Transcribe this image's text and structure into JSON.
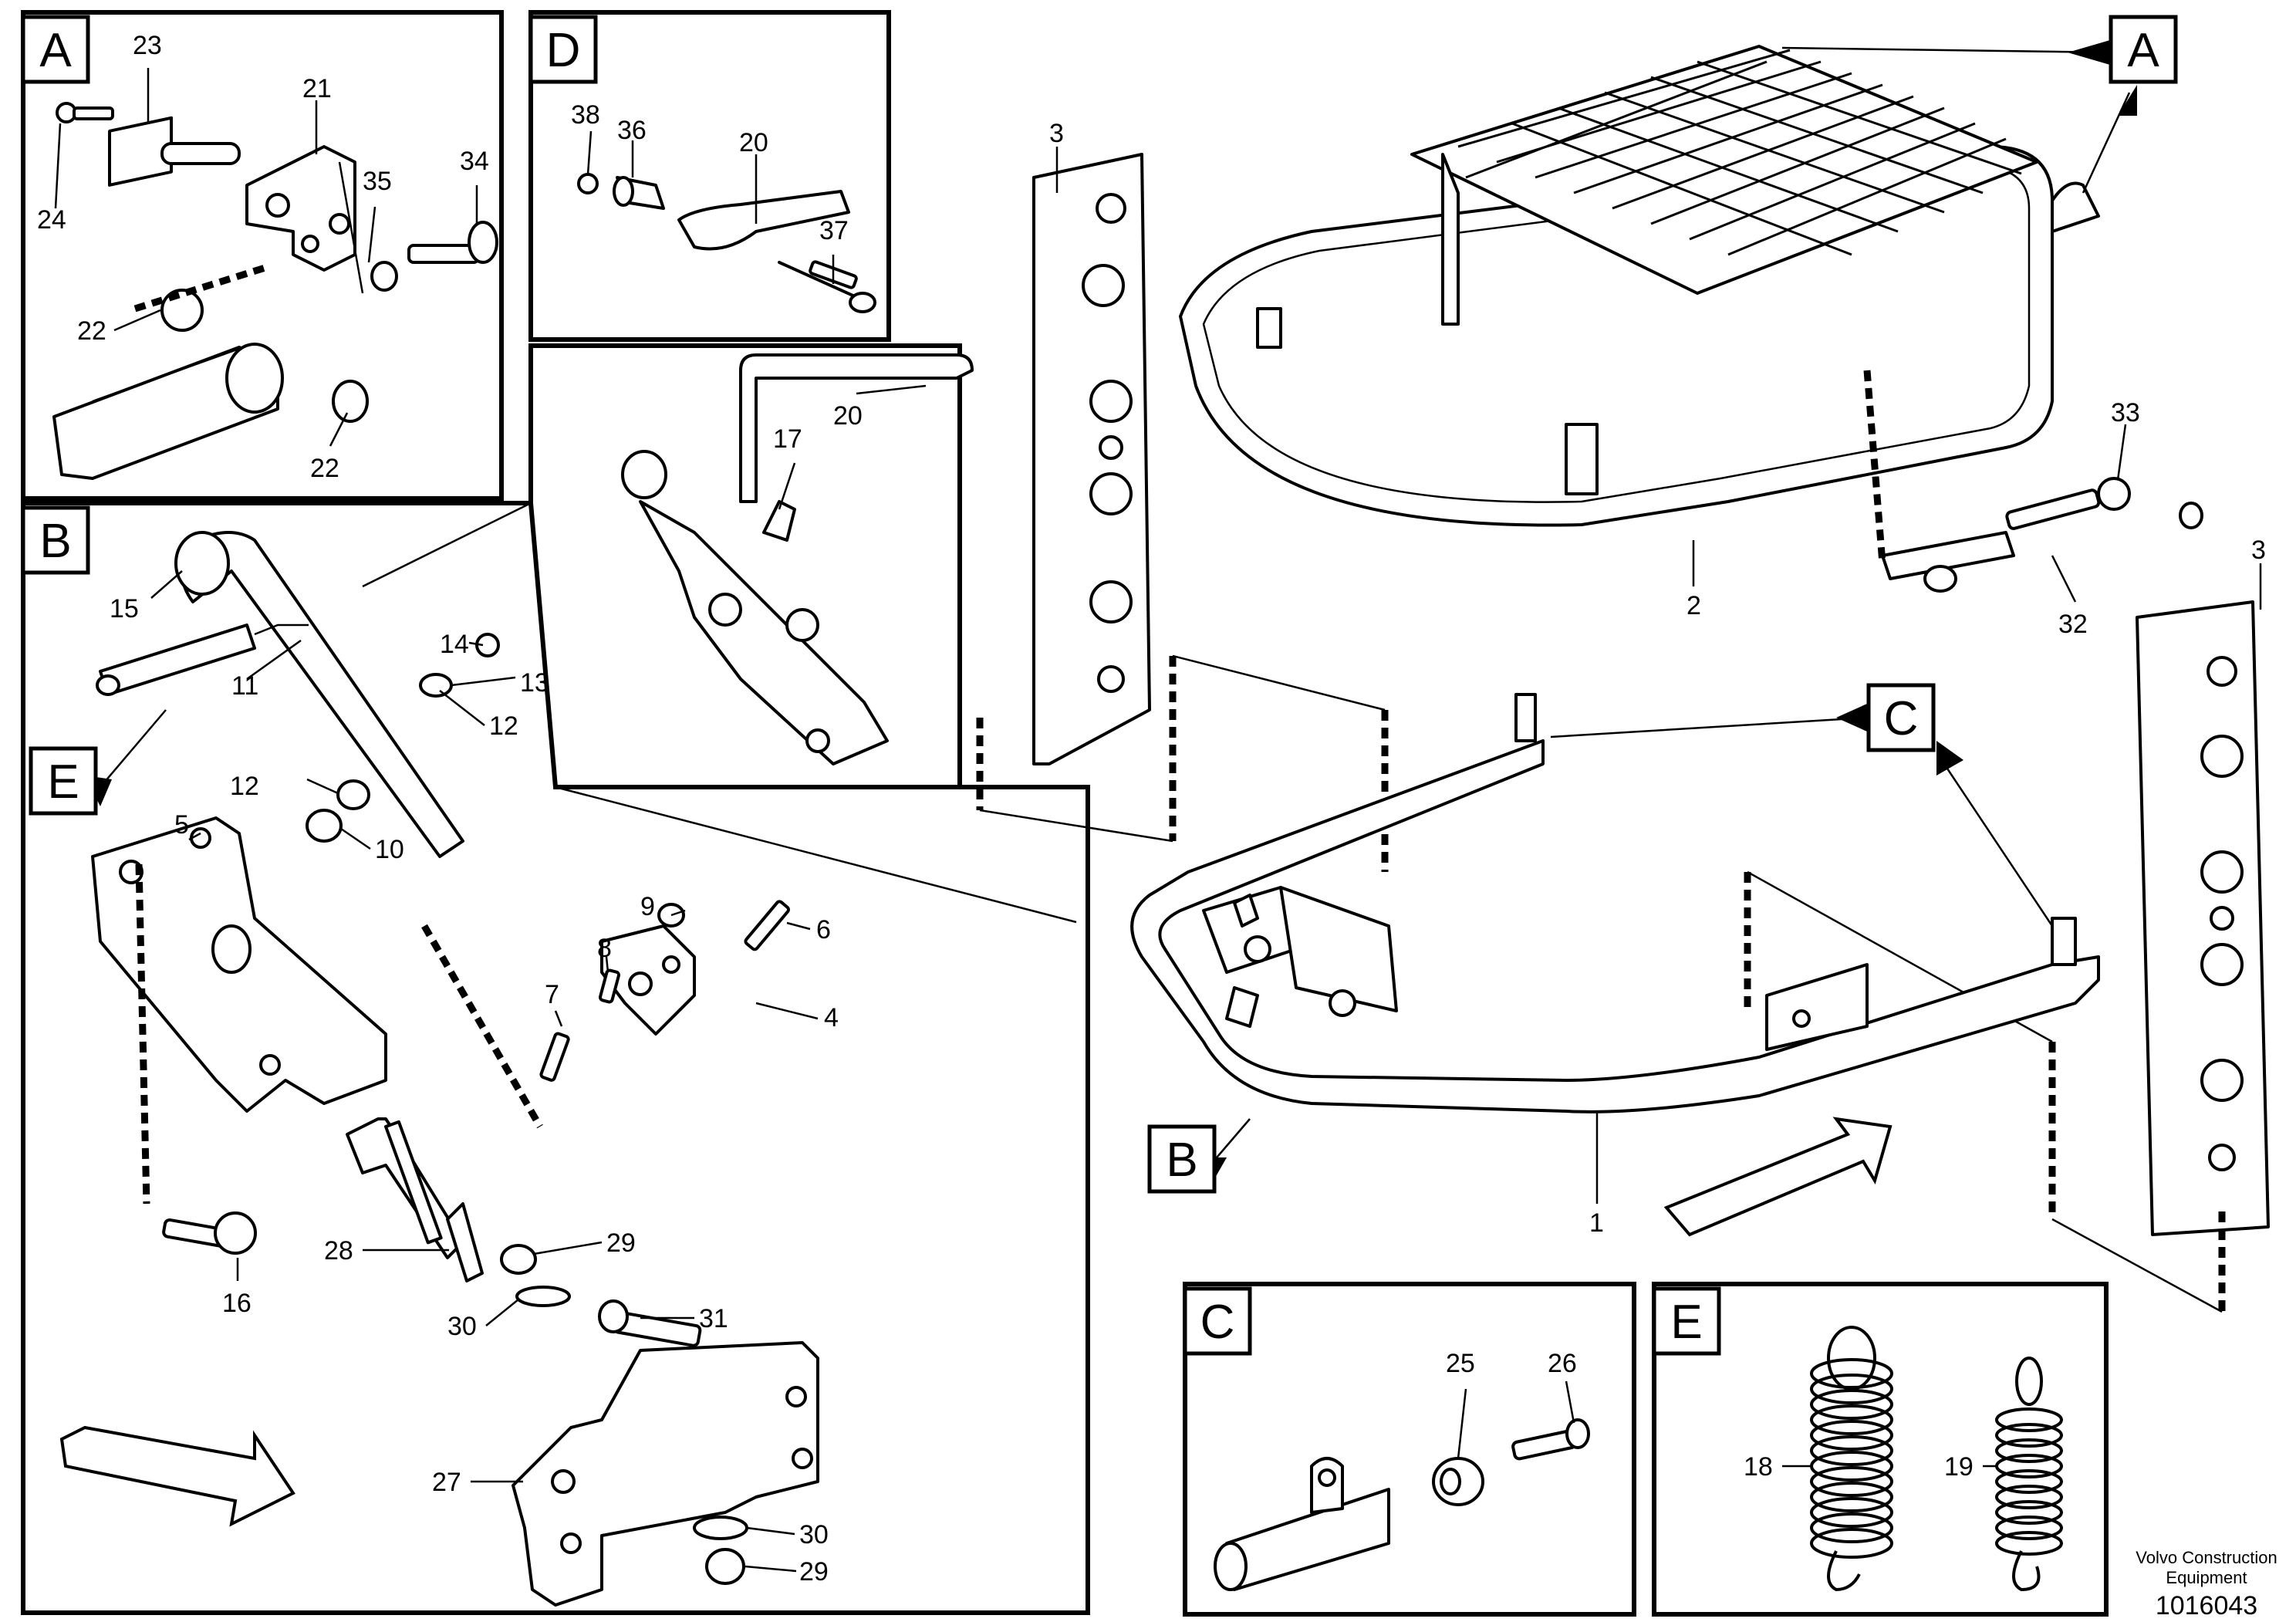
{
  "detail_tags": {
    "a_box": "A",
    "d_box": "D",
    "b_box": "B",
    "e_box": "E",
    "c_box": "C",
    "e_detail": "E",
    "a_main": "A",
    "c_main": "C",
    "b_main": "B"
  },
  "callouts": {
    "n23": "23",
    "n21": "21",
    "n24": "24",
    "n35": "35",
    "n34": "34",
    "n22a": "22",
    "n22b": "22",
    "n38": "38",
    "n36": "36",
    "n20a": "20",
    "n37": "37",
    "n20b": "20",
    "n17": "17",
    "n15": "15",
    "n14": "14",
    "n11": "11",
    "n13": "13",
    "n12a": "12",
    "n12b": "12",
    "n5": "5",
    "n10": "10",
    "n9": "9",
    "n6": "6",
    "n8": "8",
    "n7": "7",
    "n4": "4",
    "n28": "28",
    "n29a": "29",
    "n16": "16",
    "n30a": "30",
    "n31": "31",
    "n27": "27",
    "n30b": "30",
    "n29b": "29",
    "n3a": "3",
    "n3b": "3",
    "n33": "33",
    "n32": "32",
    "n2": "2",
    "n1": "1",
    "n25": "25",
    "n26": "26",
    "n18": "18",
    "n19": "19"
  },
  "footer": {
    "company_line1": "Volvo Construction",
    "company_line2": "Equipment",
    "drawing_number": "1016043"
  }
}
